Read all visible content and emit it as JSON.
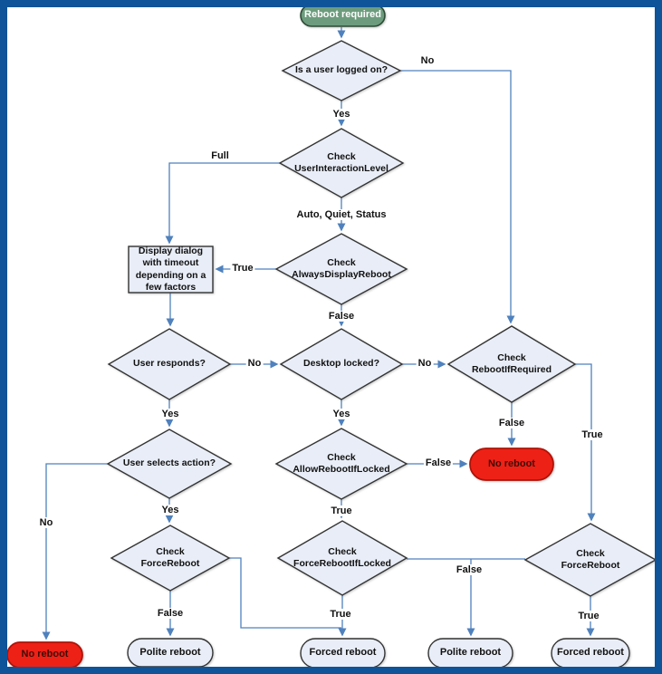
{
  "figure": {
    "type": "flowchart",
    "title": "Reboot required decision flowchart"
  },
  "colors": {
    "frame_border": "#0F5499",
    "connector": "#4F81BD",
    "decision_fill": "#E8EDF7",
    "process_fill": "#E8EDF7",
    "terminal_fill": "#E8EDF7",
    "shape_border": "#333333",
    "start_fill": "#6C9C7D",
    "start_border": "#2E4B36",
    "start_text": "#FFFFFF",
    "no_reboot_fill": "#EE2117",
    "no_reboot_border": "#B01207",
    "no_reboot_text": "#3F0D07",
    "label_text": "#111111"
  },
  "nodes": {
    "start": {
      "label": "Reboot required"
    },
    "is_user_logged_on": {
      "label": "Is a user logged on?"
    },
    "check_user_interaction_level": {
      "label": "Check\nUserInteractionLevel"
    },
    "display_dialog": {
      "label": "Display dialog\nwith timeout\ndepending on a\nfew factors"
    },
    "check_always_display_reboot": {
      "label": "Check\nAlwaysDisplayReboot"
    },
    "user_responds": {
      "label": "User responds?"
    },
    "desktop_locked": {
      "label": "Desktop locked?"
    },
    "check_reboot_if_required": {
      "label": "Check\nRebootIfRequired"
    },
    "no_reboot_right": {
      "label": "No reboot"
    },
    "user_selects_action": {
      "label": "User selects action?"
    },
    "check_allow_reboot_if_locked": {
      "label": "Check\nAllowRebootIfLocked"
    },
    "check_force_reboot_left": {
      "label": "Check\nForceReboot"
    },
    "check_force_reboot_if_locked": {
      "label": "Check\nForceRebootIfLocked"
    },
    "check_force_reboot_right": {
      "label": "Check\nForceReboot"
    },
    "no_reboot_bottom": {
      "label": "No reboot"
    },
    "polite_reboot_1": {
      "label": "Polite reboot"
    },
    "forced_reboot_1": {
      "label": "Forced reboot"
    },
    "polite_reboot_2": {
      "label": "Polite reboot"
    },
    "forced_reboot_2": {
      "label": "Forced reboot"
    }
  },
  "edge_labels": {
    "logged_on_no": "No",
    "logged_on_yes": "Yes",
    "uil_full": "Full",
    "uil_auto_quiet_status": "Auto, Quiet, Status",
    "adr_true": "True",
    "adr_false": "False",
    "responds_no": "No",
    "responds_yes": "Yes",
    "locked_no": "No",
    "locked_yes": "Yes",
    "rir_false": "False",
    "rir_true": "True",
    "selects_no": "No",
    "selects_yes": "Yes",
    "aril_false": "False",
    "aril_true": "True",
    "fr_left_false": "False",
    "fril_true": "True",
    "fril_false": "False",
    "fr_right_true": "True"
  }
}
